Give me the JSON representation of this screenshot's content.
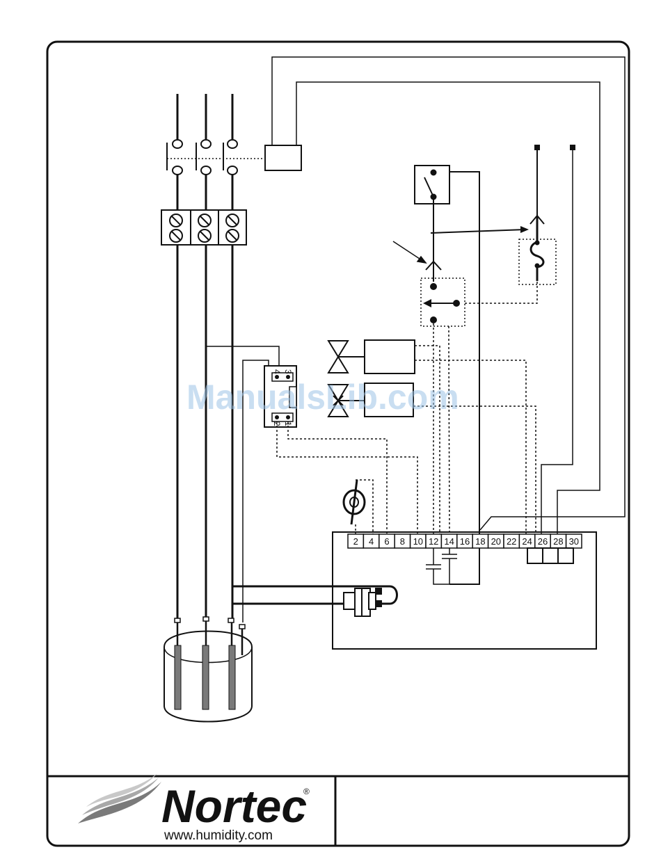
{
  "terminal_block": {
    "labels": [
      "2",
      "4",
      "6",
      "8",
      "10",
      "12",
      "14",
      "16",
      "18",
      "20",
      "22",
      "24",
      "26",
      "28",
      "30"
    ]
  },
  "level_relay": {
    "top_pins": [
      "4",
      "3"
    ],
    "bottom_pins": [
      "2",
      "1"
    ]
  },
  "watermark": "ManualsLib.com",
  "footer": {
    "brand": "Nortec",
    "registered_mark": "®",
    "url": "www.humidity.com"
  },
  "colors": {
    "line": "#111111",
    "electrode": "#7a7a7a",
    "watermark": "#9cc3e6"
  }
}
